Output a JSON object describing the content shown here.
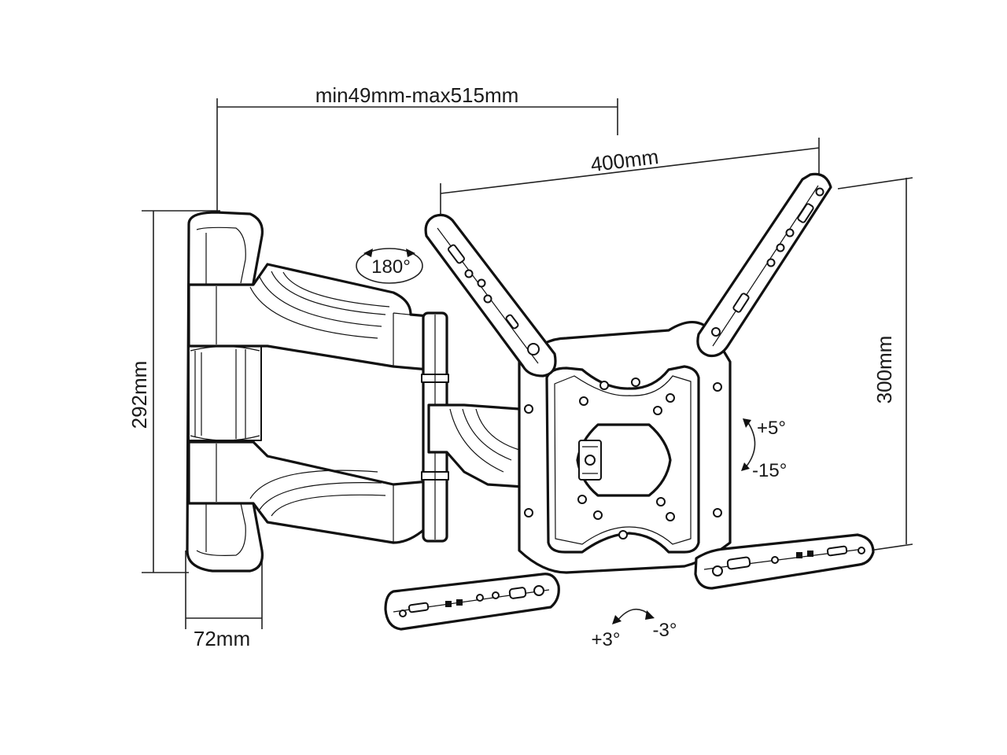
{
  "dimensions": {
    "extension": "min49mm-max515mm",
    "vesa_width": "400mm",
    "vesa_height": "300mm",
    "wall_plate_height": "292mm",
    "wall_plate_depth": "72mm"
  },
  "angles": {
    "swivel": "180°",
    "tilt_up": "+5°",
    "tilt_down": "-15°",
    "rotate_plus": "+3°",
    "rotate_minus": "-3°"
  },
  "colors": {
    "line": "#111111",
    "background": "#ffffff"
  }
}
